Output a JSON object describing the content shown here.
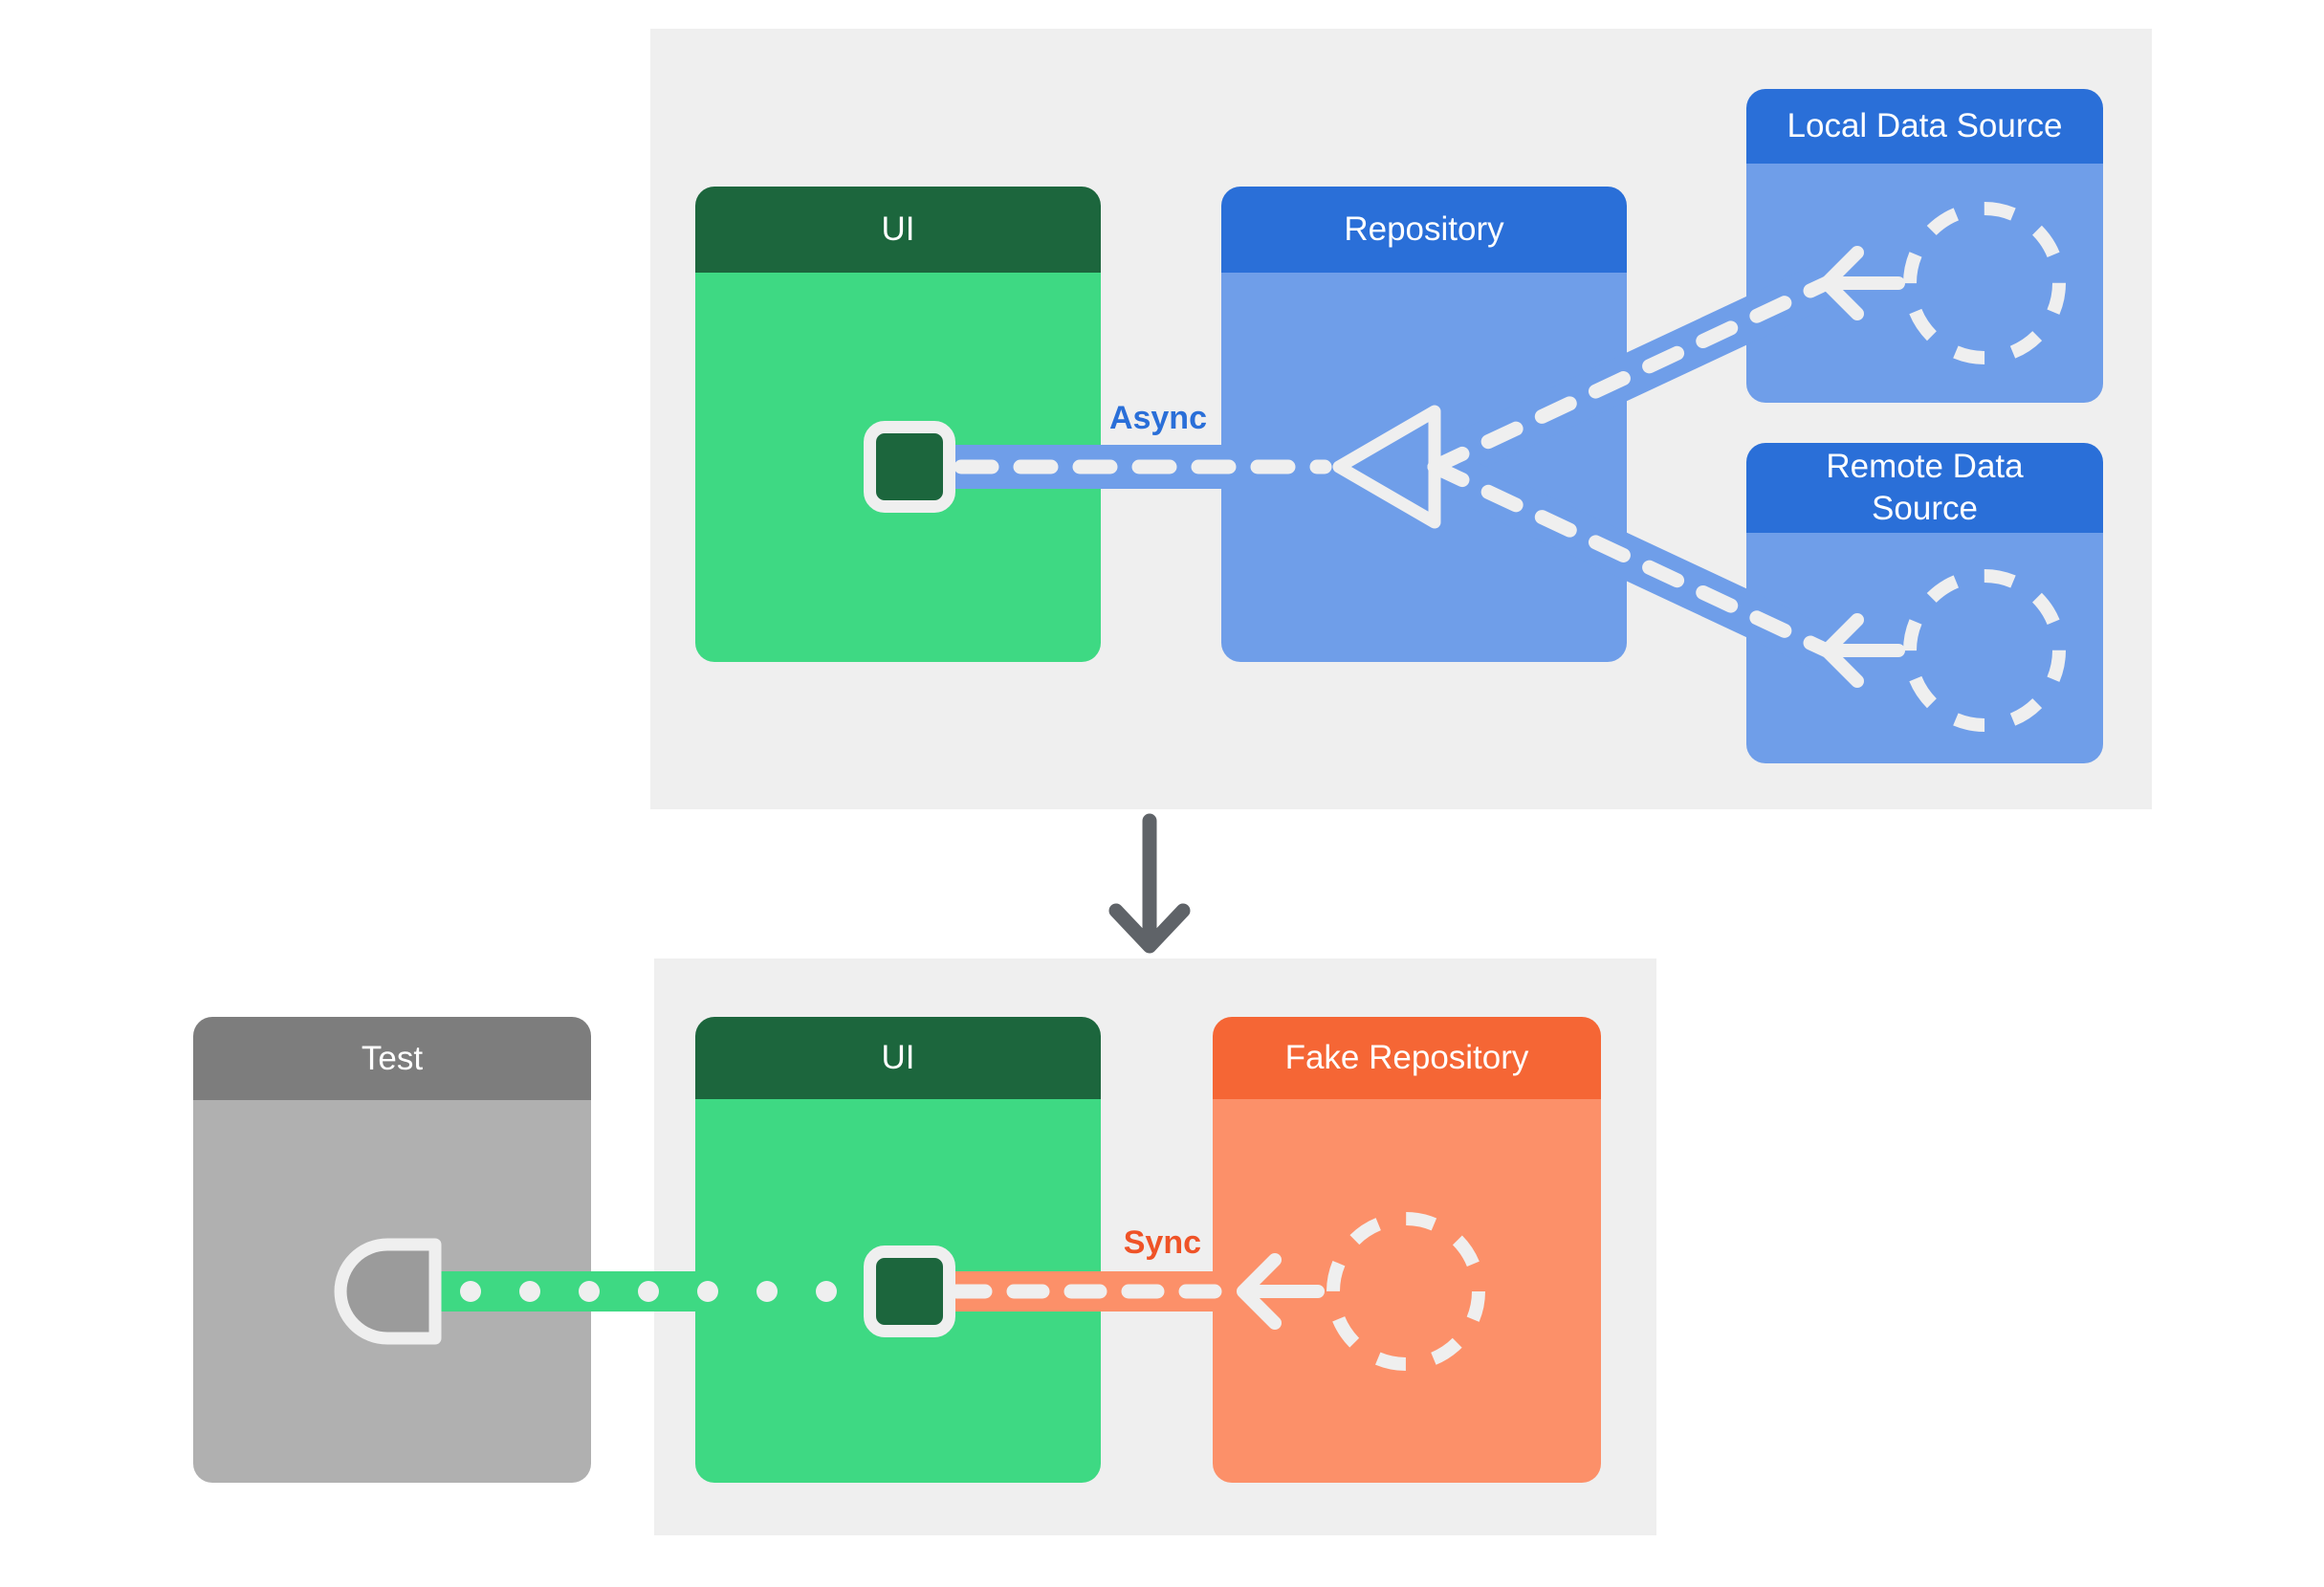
{
  "colors": {
    "panel_bg": "#efefef",
    "green_dark": "#1c663d",
    "green": "#3ed983",
    "blue_dark": "#2a6fd8",
    "blue": "#6f9ee9",
    "gray_dark": "#7d7d7d",
    "gray": "#b0b0b0",
    "gray_fill": "#9b9b9b",
    "orange_dark": "#f56635",
    "orange": "#fc9069",
    "white_art": "#efefef",
    "arrow_gray": "#5f6368",
    "async_text": "#2a6fd8",
    "sync_text": "#ef5327"
  },
  "icons": {
    "ui_state_square": "rounded-square",
    "flow_triangle": "triangle-pointing-left",
    "data_source_circle": "dashed-circle",
    "flow_arrow": "arrow-left",
    "transition_arrow": "arrow-down",
    "test_socket": "half-circle-socket"
  },
  "top_diagram": {
    "cards": {
      "ui": {
        "title": "UI"
      },
      "repository": {
        "title": "Repository"
      },
      "local_data_source": {
        "title": "Local Data Source"
      },
      "remote_data_source": {
        "title": "Remote Data Source"
      }
    },
    "flow_label": "Async"
  },
  "bottom_diagram": {
    "cards": {
      "test": {
        "title": "Test"
      },
      "ui": {
        "title": "UI"
      },
      "fake_repository": {
        "title": "Fake Repository"
      }
    },
    "flow_label": "Sync"
  }
}
